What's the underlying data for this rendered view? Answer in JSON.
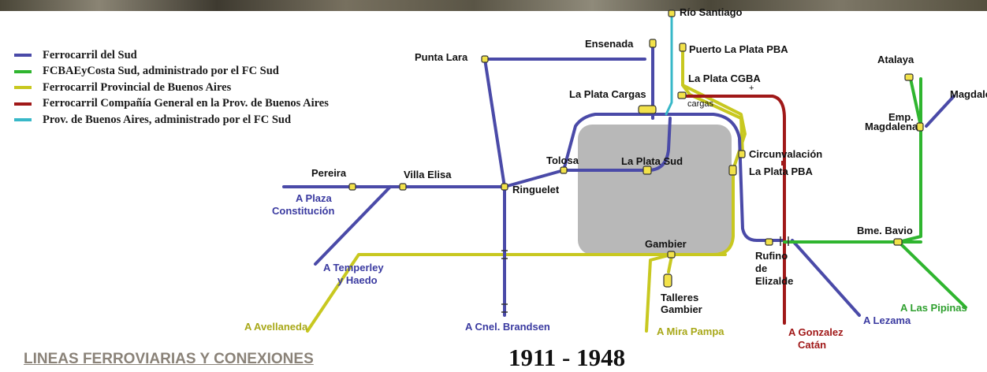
{
  "legend": [
    {
      "label": "Ferrocarril del Sud",
      "color": "#4a4aa8"
    },
    {
      "label": "FCBAEyCosta Sud, administrado por el FC Sud",
      "color": "#2fb52f"
    },
    {
      "label": "Ferrocarril Provincial de Buenos Aires",
      "color": "#c8c820"
    },
    {
      "label": "Ferrocarril Compañía General en la Prov. de Buenos Aires",
      "color": "#a01818"
    },
    {
      "label": "Prov. de Buenos Aires, administrado por el FC Sud",
      "color": "#38b8c8"
    }
  ],
  "colors": {
    "sud": "#4a4aa8",
    "costa_sud": "#2fb52f",
    "provincial": "#c8c820",
    "cgba": "#a01818",
    "pba_sud": "#38b8c8",
    "urban_area": "#b8b8b8",
    "station_fill": "#f2e24a"
  },
  "stations": {
    "rio_santiago": "Río Santiago",
    "ensenada": "Ensenada",
    "puerto_la_plata": "Puerto La Plata PBA",
    "punta_lara": "Punta Lara",
    "la_plata_cgba": "La Plata CGBA",
    "la_plata_cargas": "La Plata Cargas",
    "cargas": "cargas",
    "atalaya": "Atalaya",
    "magdalena": "Magdalena",
    "emp_magdalena_1": "Emp.",
    "emp_magdalena_2": "Magdalena",
    "circunvalacion": "Circunvalación",
    "la_plata_pba": "La Plata PBA",
    "tolosa": "Tolosa",
    "la_plata_sud": "La Plata Sud",
    "pereira": "Pereira",
    "villa_elisa": "Villa Elisa",
    "ringuelet": "Ringuelet",
    "gambier": "Gambier",
    "bme_bavio": "Bme. Bavio",
    "rufino_1": "Rufino",
    "rufino_2": "de",
    "rufino_3": "Elizalde",
    "talleres_1": "Talleres",
    "talleres_2": "Gambier"
  },
  "destinations": {
    "plaza_1": "A Plaza",
    "plaza_2": "Constitución",
    "temperley_1": "A Temperley",
    "temperley_2": "y Haedo",
    "avellaneda": "A Avellaneda",
    "brandsen": "A Cnel. Brandsen",
    "mira_pampa": "A Mira Pampa",
    "gonzalez_1": "A Gonzalez",
    "gonzalez_2": "Catán",
    "lezama": "A Lezama",
    "pipinas": "A Las Pipinas"
  },
  "footer": {
    "title": "LINEAS FERROVIARIAS Y CONEXIONES",
    "period": "1911 - 1948"
  }
}
